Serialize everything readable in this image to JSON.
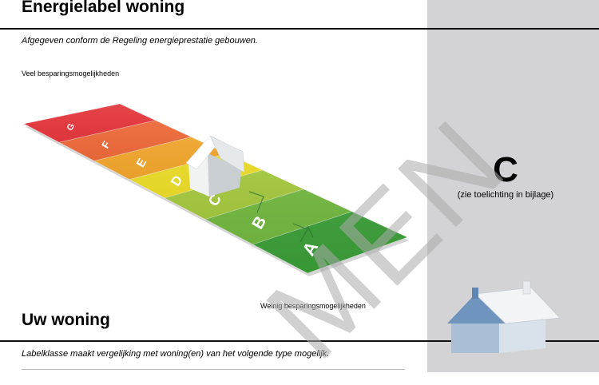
{
  "header": {
    "title": "Energielabel woning",
    "subtitle": "Afgegeven conform de Regeling energieprestatie gebouwen."
  },
  "scale": {
    "top_label": "Veel besparingsmogelijkheden",
    "bottom_label": "Weinig besparingsmogelijkheden",
    "classes": [
      {
        "letter": "G",
        "color": "#e11b22"
      },
      {
        "letter": "F",
        "color": "#ef5a24"
      },
      {
        "letter": "E",
        "color": "#f7a21b"
      },
      {
        "letter": "D",
        "color": "#f3e21c"
      },
      {
        "letter": "C",
        "color": "#a8cf3a"
      },
      {
        "letter": "B",
        "color": "#74bf3f"
      },
      {
        "letter": "A",
        "color": "#3da53a"
      }
    ]
  },
  "result": {
    "label_class": "C",
    "note": "(zie toelichting in bijlage)"
  },
  "section": {
    "title": "Uw woning",
    "subtitle": "Labelklasse maakt vergelijking met woning(en) van het volgende type mogelijk."
  },
  "watermark": "MEN",
  "icons": {
    "house_on_scale": "house-icon",
    "sidebar_house": "house-icon"
  }
}
